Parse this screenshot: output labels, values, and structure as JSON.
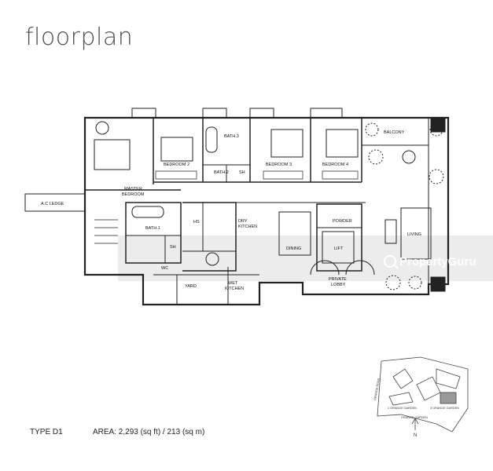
{
  "title": "floorplan",
  "rooms": {
    "master_bedroom_1": "MASTER",
    "master_bedroom_2": "BEDROOM",
    "bedroom2": "BEDROOM 2",
    "bedroom3": "BEDROOM 3",
    "bedroom4": "BEDROOM 4",
    "bath1": "BATH.1",
    "bath2": "BATH.2",
    "bath3": "BATH.3",
    "sh": "SH",
    "sh2": "SH",
    "hs": "HS",
    "dry_kitchen_1": "DRY",
    "dry_kitchen_2": "KITCHEN",
    "dining": "DINING",
    "powder": "POWDER",
    "lift": "LIFT",
    "private_lobby_1": "PRIVATE",
    "private_lobby_2": "LOBBY",
    "living": "LIVING",
    "balcony": "BALCONY",
    "ac_ledge": "A.C LEDGE",
    "wc": "WC",
    "yard": "YARD",
    "wet_kitchen_1": "WET",
    "wet_kitchen_2": "KITCHEN"
  },
  "site_plan": {
    "road1": "ORANGE ROAD",
    "garden1": "1 ORANGE GARDEN",
    "garden3": "3 ORANGE GARDEN",
    "garden_road": "ORANGE GARDEN",
    "north": "N"
  },
  "watermark": "PropertyGuru",
  "caption": {
    "type": "TYPE D1",
    "area": "AREA: 2,293 (sq ft) / 213 (sq m)"
  }
}
